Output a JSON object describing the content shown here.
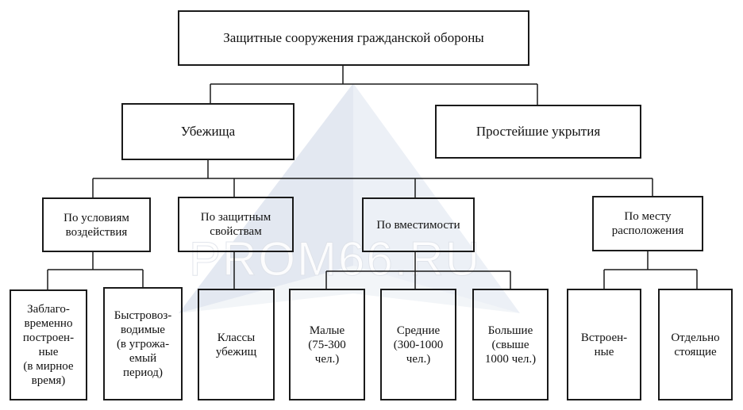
{
  "diagram": {
    "root": "Защитные сооружения гражданской обороны",
    "level1": {
      "shelters": "Убежища",
      "simple": "Простейшие укрытия"
    },
    "level2": {
      "conditions": "По условиям\nвоздействия",
      "protective": "По защитным\nсвойствам",
      "capacity": "По вместимости",
      "location": "По месту\nрасположения"
    },
    "level3": {
      "advance": "Заблаго-\nвременно\nпостроен-\nные\n(в мирное\nвремя)",
      "rapid": "Быстровоз-\nводимые\n(в угрожа-\nемый\nпериод)",
      "classes": "Классы\nубежищ",
      "small": "Малые\n(75-300\nчел.)",
      "medium": "Средние\n(300-1000\nчел.)",
      "large": "Большие\n(свыше\n1000 чел.)",
      "builtin": "Встроен-\nные",
      "standalone": "Отдельно\nстоящие"
    }
  },
  "watermark": {
    "text": "PROM66.RU",
    "color": "#c9d3e4"
  }
}
